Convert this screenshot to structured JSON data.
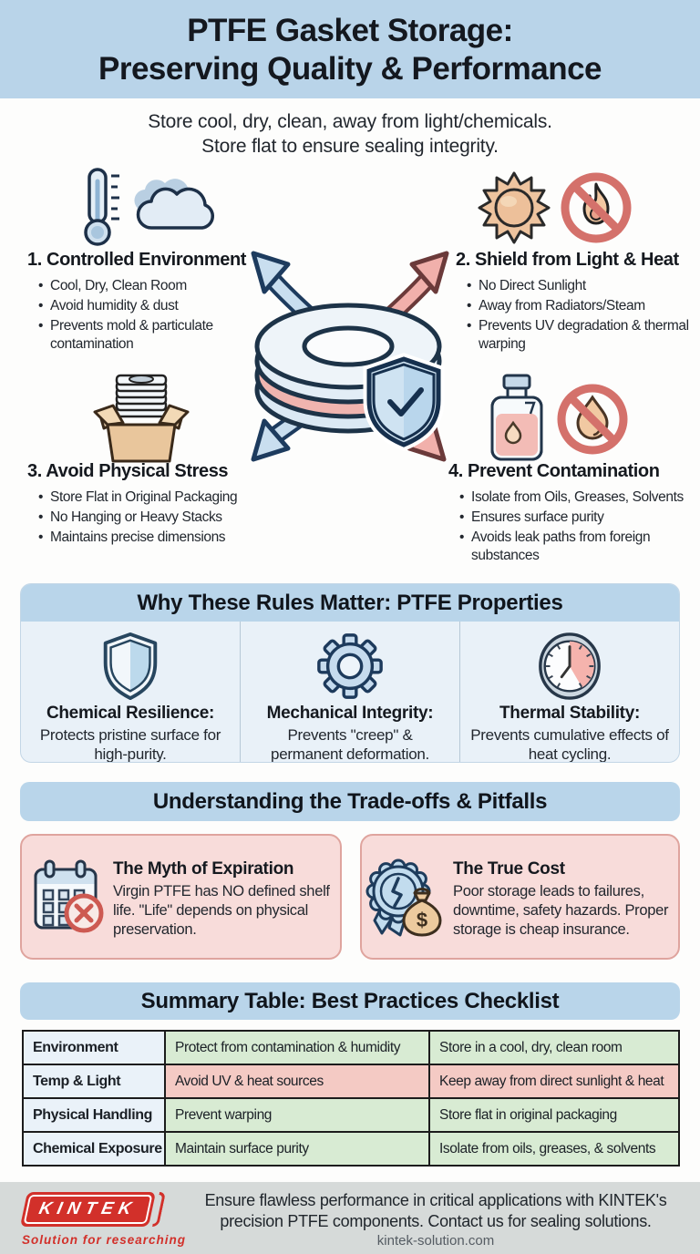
{
  "header": {
    "title_line1": "PTFE Gasket Storage:",
    "title_line2": "Preserving Quality & Performance"
  },
  "intro": {
    "line1": "Store cool, dry, clean, away from light/chemicals.",
    "line2": "Store flat to ensure sealing integrity."
  },
  "quadrants": [
    {
      "heading": "1. Controlled Environment",
      "bullets": [
        "Cool, Dry, Clean Room",
        "Avoid humidity & dust",
        "Prevents mold & particulate contamination"
      ],
      "icons": [
        "thermometer-icon",
        "cloud-icon"
      ]
    },
    {
      "heading": "2. Shield from Light & Heat",
      "bullets": [
        "No Direct Sunlight",
        "Away from Radiators/Steam",
        "Prevents UV degradation & thermal warping"
      ],
      "icons": [
        "sun-icon",
        "no-fire-icon"
      ]
    },
    {
      "heading": "3. Avoid Physical Stress",
      "bullets": [
        "Store Flat in Original Packaging",
        "No Hanging or Heavy Stacks",
        "Maintains precise dimensions"
      ],
      "icons": [
        "box-gaskets-icon"
      ]
    },
    {
      "heading": "4. Prevent Contamination",
      "bullets": [
        "Isolate from Oils, Greases, Solvents",
        "Ensures surface purity",
        "Avoids leak paths from foreign substances"
      ],
      "icons": [
        "chemical-bottle-icon",
        "no-drop-icon"
      ]
    }
  ],
  "center_illustration": {
    "icons": [
      "gasket-coil",
      "shield-check-icon",
      "outward-arrows"
    ]
  },
  "properties_section": {
    "title": "Why These Rules Matter: PTFE Properties",
    "items": [
      {
        "icon": "shield-icon",
        "heading": "Chemical Resilience:",
        "text": "Protects pristine surface for high-purity."
      },
      {
        "icon": "gear-icon",
        "heading": "Mechanical Integrity:",
        "text": "Prevents \"creep\" & permanent deformation."
      },
      {
        "icon": "clock-icon",
        "heading": "Thermal Stability:",
        "text": "Prevents cumulative effects of heat cycling."
      }
    ]
  },
  "tradeoffs_section": {
    "title": "Understanding the Trade-offs & Pitfalls",
    "cards": [
      {
        "icon": "calendar-x-icon",
        "heading": "The Myth of Expiration",
        "text": "Virgin PTFE has NO defined shelf life. \"Life\" depends on physical preservation."
      },
      {
        "icon": "badge-money-icon",
        "heading": "The True Cost",
        "text": "Poor storage leads to failures, downtime, safety hazards. Proper storage is cheap insurance."
      }
    ]
  },
  "summary_section": {
    "title": "Summary Table: Best Practices Checklist",
    "rows": [
      {
        "label": "Environment",
        "practice": "Protect from contamination & humidity",
        "detail": "Store in a cool, dry, clean room",
        "tone": "green"
      },
      {
        "label": "Temp & Light",
        "practice": "Avoid UV & heat sources",
        "detail": "Keep away from direct sunlight & heat",
        "tone": "red"
      },
      {
        "label": "Physical Handling",
        "practice": "Prevent warping",
        "detail": "Store flat in original packaging",
        "tone": "green"
      },
      {
        "label": "Chemical Exposure",
        "practice": "Maintain surface purity",
        "detail": "Isolate from oils, greases, & solvents",
        "tone": "green"
      }
    ]
  },
  "footer": {
    "logo_text": "KINTEK",
    "logo_tagline": "Solution for researching",
    "line1": "Ensure flawless performance in critical applications with KINTEK's",
    "line2": "precision PTFE components. Contact us for sealing solutions.",
    "website": "kintek-solution.com"
  },
  "colors": {
    "header_blue": "#b9d4e9",
    "section_bar_blue": "#b9d5ea",
    "props_body_blue": "#e9f1f8",
    "card_pink": "#f8dcda",
    "card_pink_border": "#dfa49e",
    "table_green": "#d8ebd3",
    "table_red": "#f4cac4",
    "table_label_blue": "#eaf2f9",
    "kintek_red": "#d2302a",
    "footer_gray": "#d6dad9",
    "icon_blue": "#c6dbee",
    "icon_navy": "#1d3a5c",
    "accent_pink": "#efb4af"
  }
}
